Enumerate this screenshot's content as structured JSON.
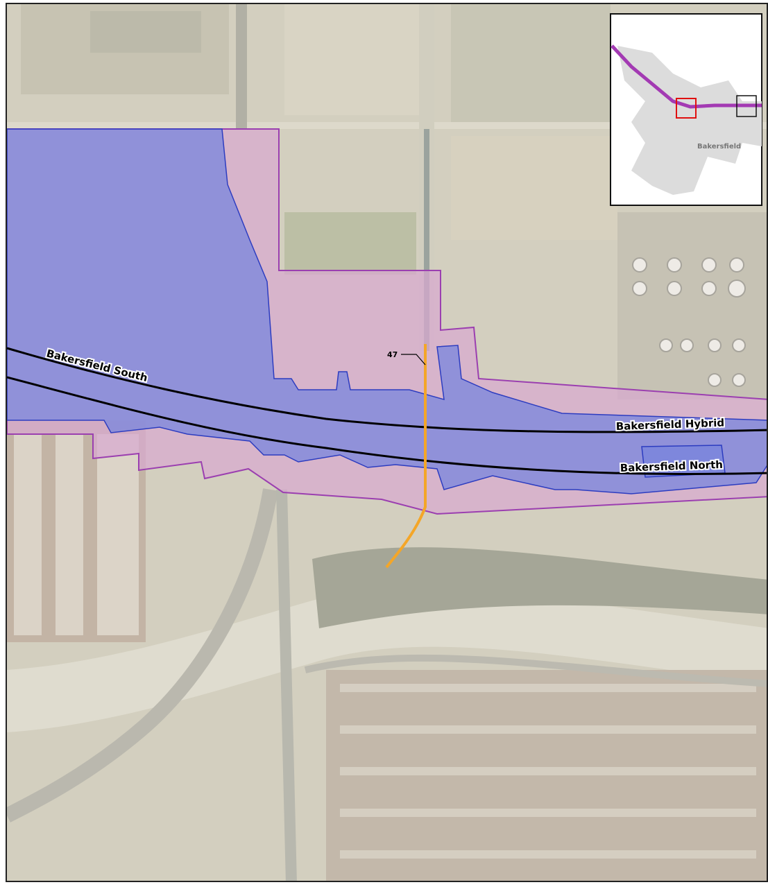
{
  "map": {
    "routes": [
      {
        "name": "Bakersfield South"
      },
      {
        "name": "Bakersfield Hybrid"
      },
      {
        "name": "Bakersfield North"
      }
    ],
    "marker_label": "47",
    "inset": {
      "city_label": "Bakersfield"
    },
    "colors": {
      "study_area_pink": "#d8a9d0",
      "study_area_outline": "#9b3fb0",
      "footprint_blue": "#7c86dc",
      "footprint_outline": "#2c3cc0",
      "alignment_line": "#000000",
      "crossing_line": "#f4a628",
      "inset_route": "#a33ab3",
      "inset_highlight": "#e01010"
    }
  }
}
